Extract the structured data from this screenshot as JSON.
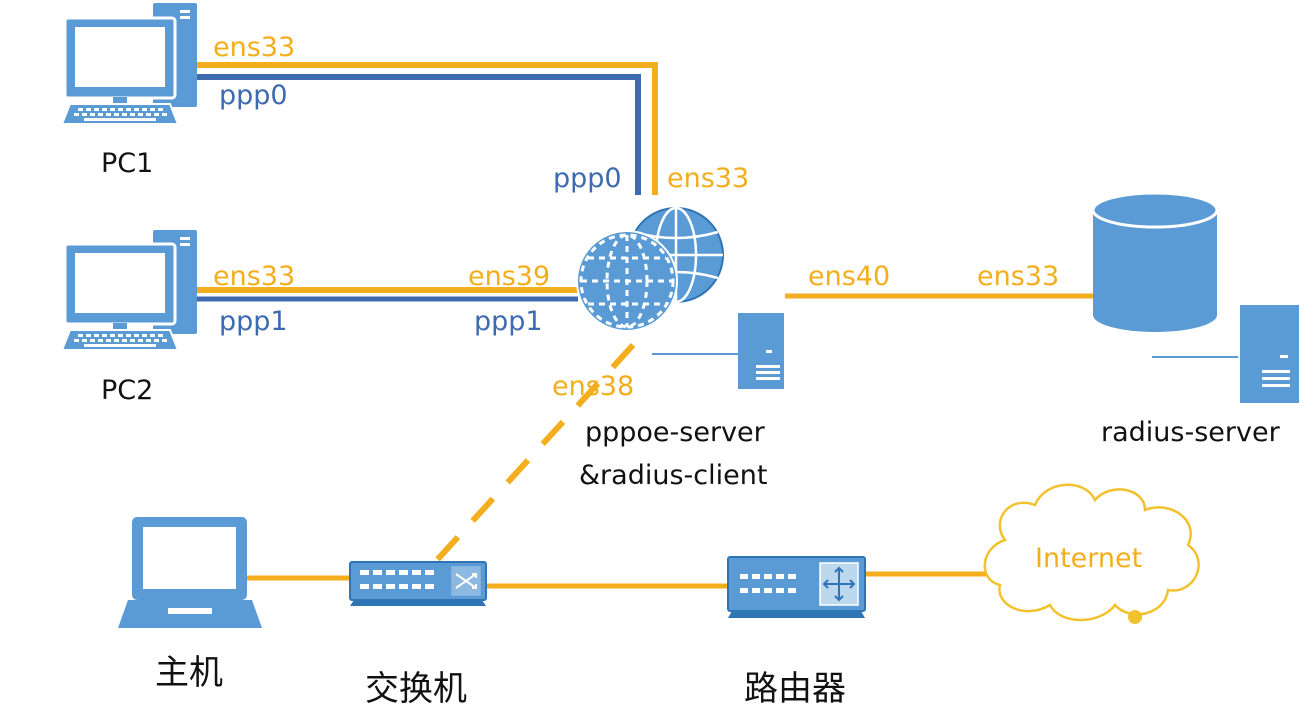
{
  "colors": {
    "ens_link": "#F2AE1C",
    "ppp_link": "#3E6AB0",
    "device_fill": "#5B9BD5",
    "device_dark": "#2E75B6",
    "cloud_stroke": "#F2C22E",
    "text": "#111111"
  },
  "icons": {
    "pc": "desktop-computer-icon",
    "server": "server-tower-icon",
    "database": "database-cylinder-icon",
    "globe": "globe-icon",
    "laptop": "laptop-icon",
    "switch": "switch-icon",
    "router": "router-icon",
    "cloud": "cloud-icon"
  },
  "nodes": {
    "pc1": "PC1",
    "pc2": "PC2",
    "pppoe_server_line1": "pppoe-server",
    "pppoe_server_line2": "&radius-client",
    "radius_server": "radius-server",
    "host": "主机",
    "switch": "交换机",
    "router": "路由器",
    "internet": "Internet"
  },
  "links": {
    "pc1_ens": "ens33",
    "pc1_ppp": "ppp0",
    "srv_ppp0": "ppp0",
    "srv_ens33": "ens33",
    "pc2_ens": "ens33",
    "pc2_ppp": "ppp1",
    "srv_ens39": "ens39",
    "srv_ppp1": "ppp1",
    "srv_ens38": "ens38",
    "srv_ens40": "ens40",
    "radius_ens33": "ens33"
  }
}
